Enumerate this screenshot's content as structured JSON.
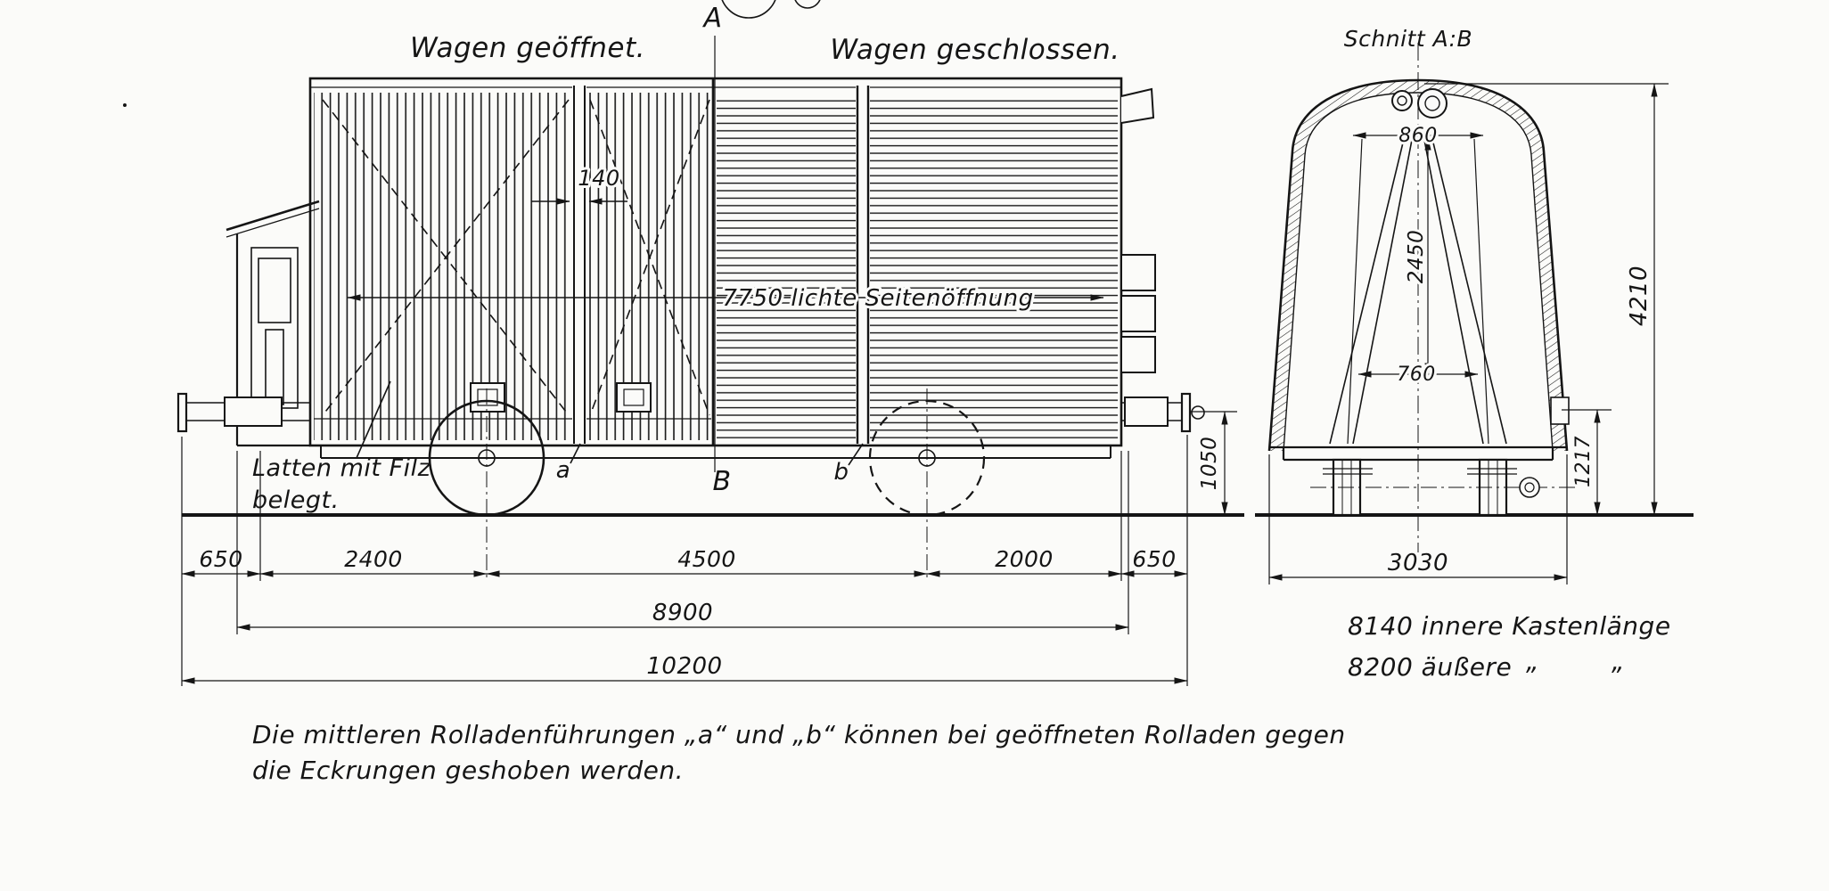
{
  "titles": {
    "open": "Wagen geöffnet.",
    "closed": "Wagen geschlossen.",
    "section": "Schnitt A:B"
  },
  "markers": {
    "A": "A",
    "B": "B",
    "a": "a",
    "b": "b"
  },
  "dims": {
    "row1": [
      "650",
      "2400",
      "4500",
      "2000",
      "650"
    ],
    "d8900": "8900",
    "d10200": "10200",
    "d3030": "3030",
    "d4210": "4210",
    "d1217": "1217",
    "d1050": "1050",
    "d2450": "2450",
    "d860": "860",
    "d760": "760",
    "gap140": "140"
  },
  "annotations": {
    "opening": "7750 lichte Seitenöffnung",
    "latten1": "Latten mit Filz",
    "latten2": "belegt.",
    "kasten1": "8140 innere Kastenlänge",
    "kasten2": "8200 äußere",
    "ditto": "„",
    "note1": "Die mittleren Rolladenführungen „a“ und „b“ können bei geöffneten Rolladen gegen",
    "note2": "die Eckrungen geshoben werden."
  }
}
